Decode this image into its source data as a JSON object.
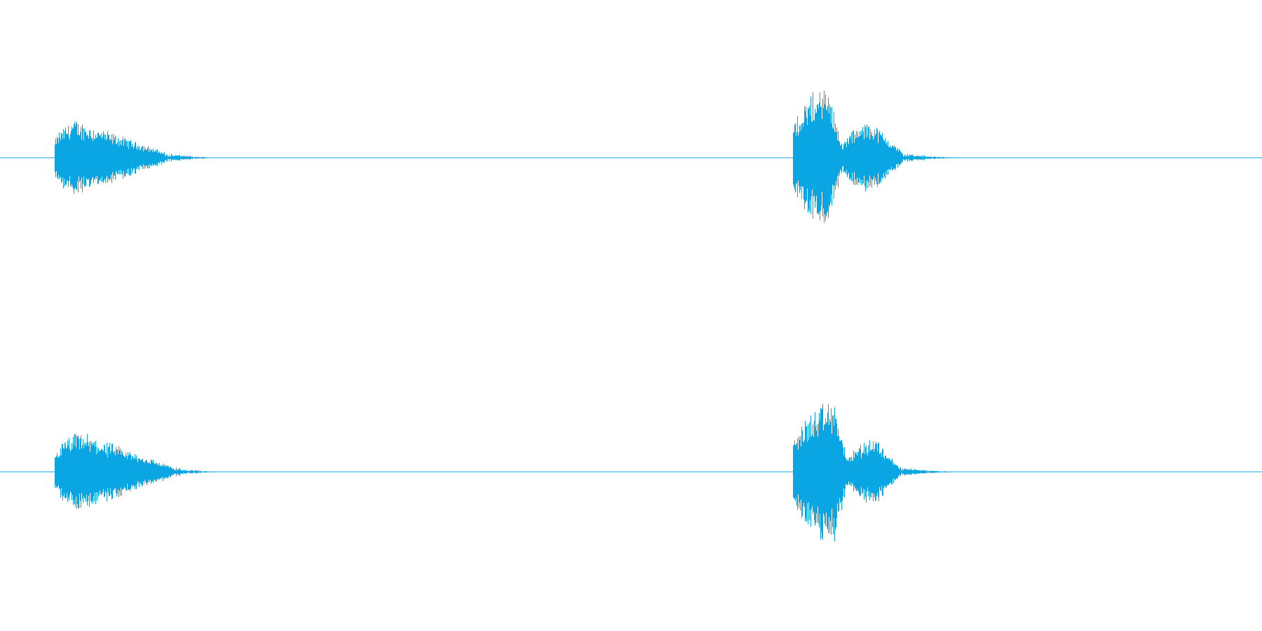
{
  "chart_data": {
    "type": "line",
    "title": "",
    "xlabel": "",
    "ylabel": "",
    "grid": false,
    "legend": "none",
    "color": "#0aa5e3",
    "ylim": [
      -1,
      1
    ],
    "xlim": [
      0,
      1
    ],
    "channels": [
      {
        "segments": [
          {
            "start": 0.043,
            "peak": 0.058,
            "end": 0.13,
            "amp": 0.26,
            "tail_end": 0.183
          },
          {
            "start": 0.628,
            "peak": 0.655,
            "end": 0.668,
            "amp": 0.5,
            "tail_end": 0.772
          },
          {
            "start": 0.668,
            "peak": 0.69,
            "end": 0.715,
            "amp": 0.25,
            "tail_end": 0.772
          }
        ]
      },
      {
        "segments": [
          {
            "start": 0.043,
            "peak": 0.062,
            "end": 0.135,
            "amp": 0.27,
            "tail_end": 0.185
          },
          {
            "start": 0.628,
            "peak": 0.66,
            "end": 0.672,
            "amp": 0.5,
            "tail_end": 0.772
          },
          {
            "start": 0.672,
            "peak": 0.693,
            "end": 0.712,
            "amp": 0.24,
            "tail_end": 0.772
          }
        ]
      }
    ]
  }
}
